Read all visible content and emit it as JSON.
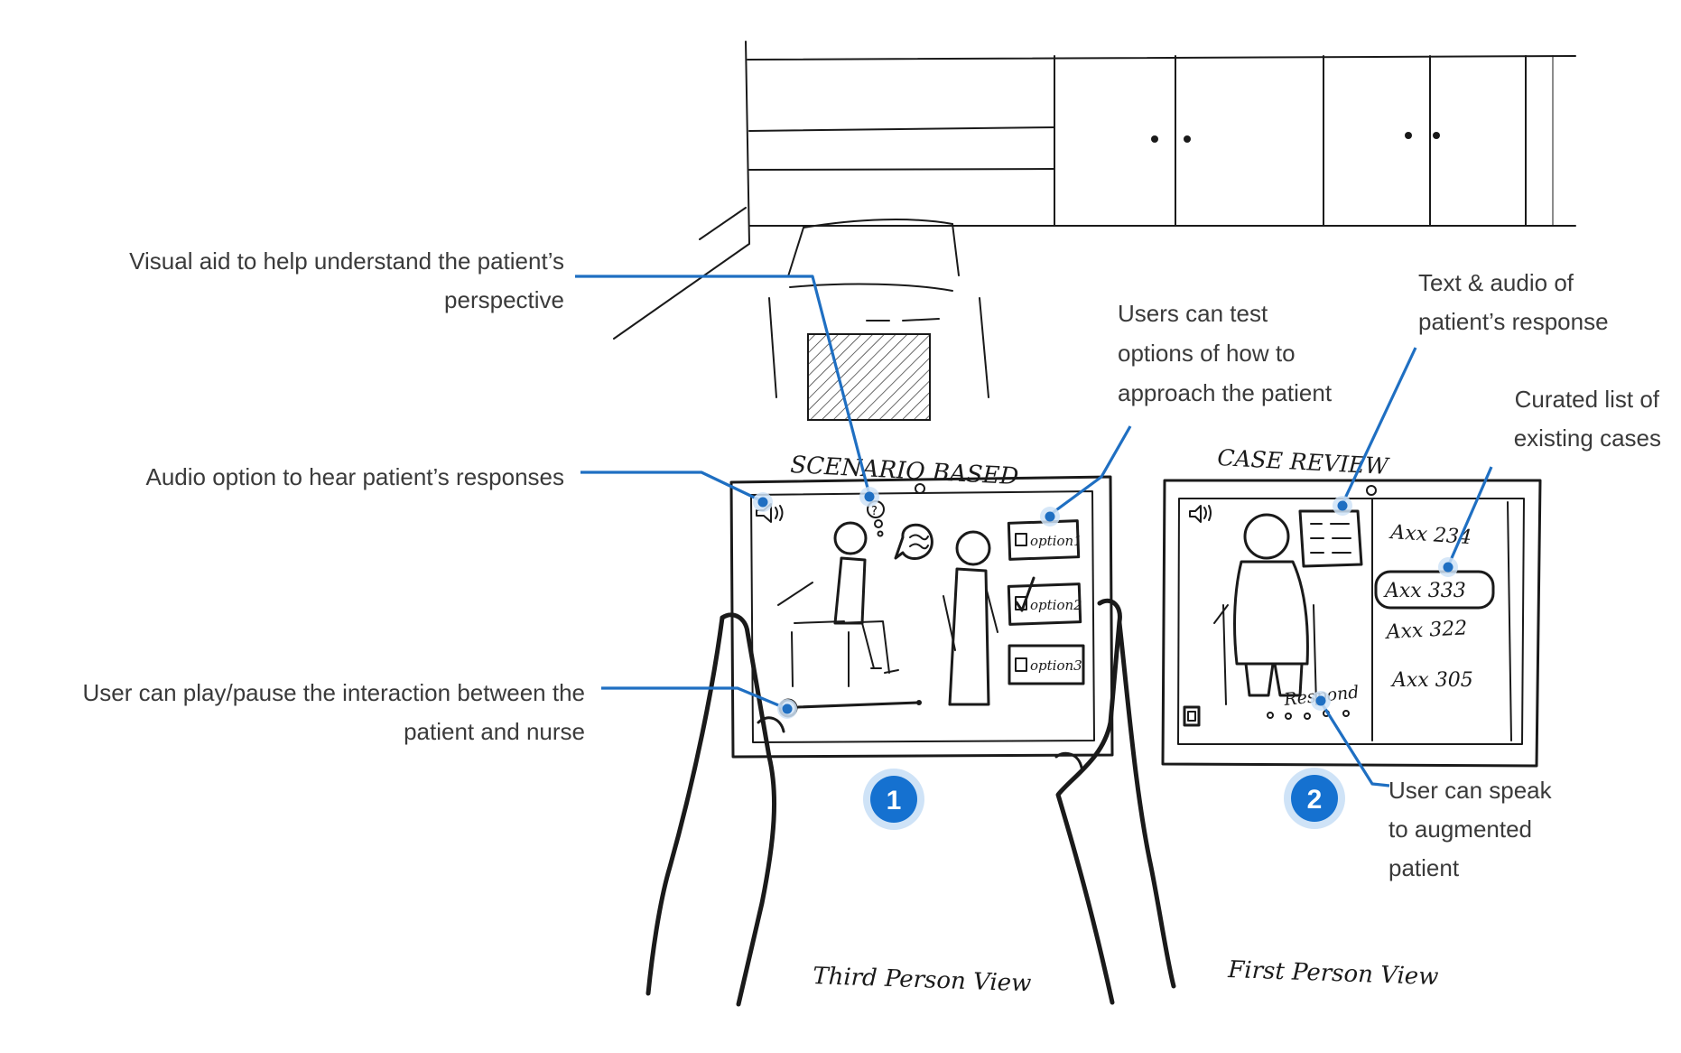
{
  "annotations": {
    "visual_aid": [
      "Visual aid to help understand the patient’s",
      "perspective"
    ],
    "audio_option": [
      "Audio option to hear patient’s responses"
    ],
    "play_pause": [
      "User can play/pause the interaction between the",
      "patient and nurse"
    ],
    "test_options": [
      "Users can test",
      "options of how to",
      "approach the patient"
    ],
    "text_audio": [
      "Text & audio of",
      "patient’s response"
    ],
    "curated_list": [
      "Curated list of",
      "existing cases"
    ],
    "speak": [
      "User can speak",
      "to augmented",
      "patient"
    ]
  },
  "sketch": {
    "screen1_title": "SCENARIO BASED",
    "screen2_title": "CASE REVIEW",
    "options": [
      "option1",
      "option2",
      "option3"
    ],
    "cases": [
      "Axx 234",
      "Axx 333",
      "Axx 322",
      "Axx 305"
    ],
    "selected_case": "Axx 333",
    "respond_label": "Respond",
    "caption1": "Third Person View",
    "caption2": "First Person View"
  },
  "badges": [
    "1",
    "2"
  ],
  "colors": {
    "accent": "#1f6fc2",
    "badge": "#1571d0",
    "badge_halo": "#cfe3f7",
    "ink": "#1a1a1a",
    "annotation_text": "#3a3a3a"
  }
}
